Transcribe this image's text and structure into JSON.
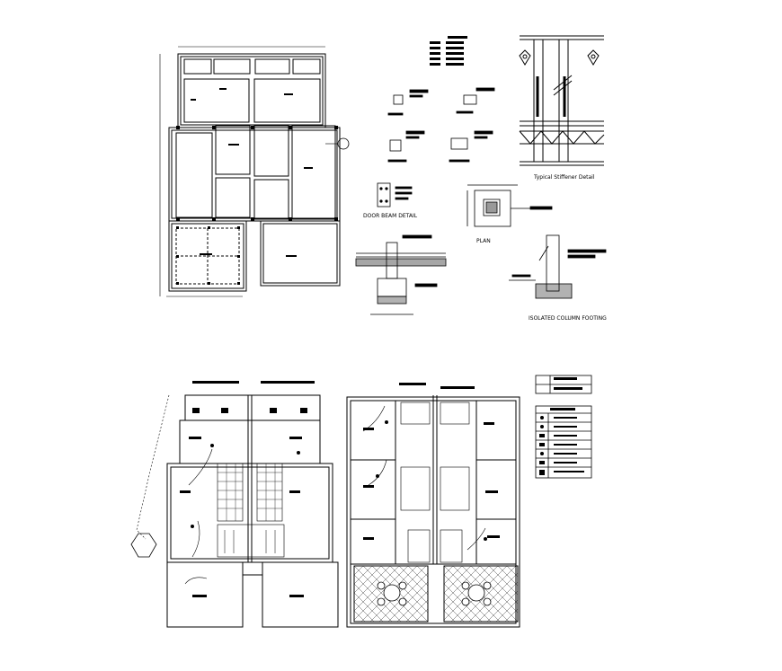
{
  "drawing": {
    "labels": {
      "stiffener": "Typical Stiffener Detail",
      "beam": "DOOR BEAM DETAIL",
      "plan": "PLAN",
      "footing": "ISOLATED COLUMN FOOTING"
    }
  }
}
